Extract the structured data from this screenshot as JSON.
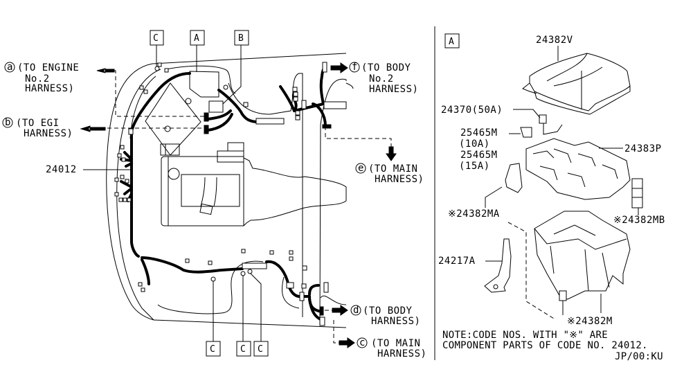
{
  "callout_boxes": {
    "c_top": "C",
    "a_top": "A",
    "b_top": "B",
    "c_bottom_1": "C",
    "c_bottom_2": "C",
    "c_bottom_3": "C",
    "detail_a": "A"
  },
  "connections": [
    {
      "letter": "a",
      "lines": [
        "(TO ENGINE",
        "No.2",
        "HARNESS)"
      ]
    },
    {
      "letter": "b",
      "lines": [
        "(TO EGI",
        "HARNESS)"
      ]
    },
    {
      "letter": "f",
      "lines": [
        "(TO BODY",
        "No.2",
        "HARNESS)"
      ]
    },
    {
      "letter": "e",
      "lines": [
        "(TO MAIN",
        "HARNESS)"
      ]
    },
    {
      "letter": "d",
      "lines": [
        "(TO BODY",
        "HARNESS)"
      ]
    },
    {
      "letter": "c",
      "lines": [
        "(TO MAIN",
        "HARNESS)"
      ]
    }
  ],
  "main_part": "24012",
  "detail_parts": {
    "cover": "24382V",
    "fuse_50a": "24370(50A)",
    "fuse_10a_code": "25465M",
    "fuse_10a_rating": "(10A)",
    "fuse_15a_code": "25465M",
    "fuse_15a_rating": "(15A)",
    "fuse_block": "24383P",
    "insulator_ma": "※24382MA",
    "insulator_mb": "※24382MB",
    "bracket": "24217A",
    "lower_case": "※24382M"
  },
  "note": {
    "line1": "NOTE:CODE NOS. WITH \"※\" ARE",
    "line2": "COMPONENT PARTS OF CODE NO. 24012."
  },
  "diagram_code": "JP/00:KU"
}
